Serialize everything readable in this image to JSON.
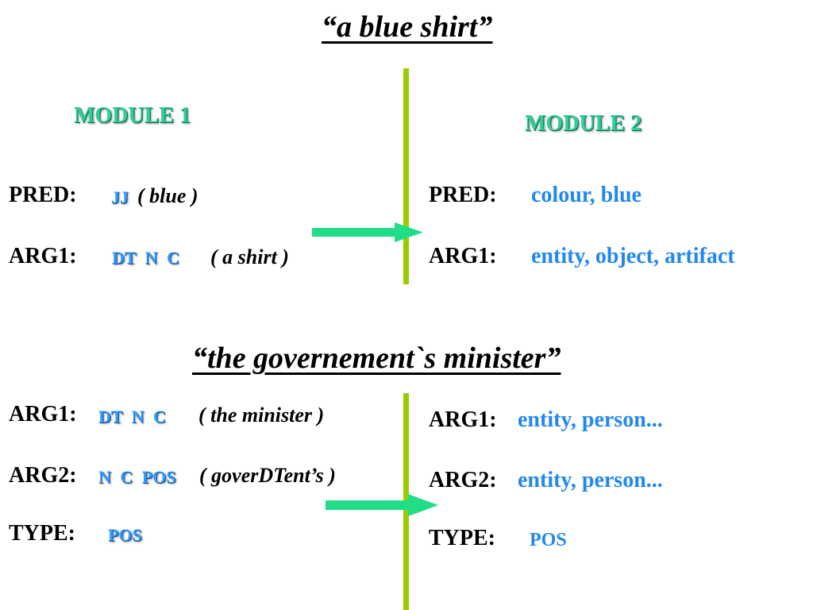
{
  "section1": {
    "title": "“a blue shirt”",
    "module1": {
      "heading": "MODULE   1",
      "pred_label": "PRED:",
      "pred_tag": "JJ",
      "pred_gloss": "( blue )",
      "arg1_label": "ARG1:",
      "arg1_tag": "DT  N  C",
      "arg1_gloss": "( a shirt )"
    },
    "module2": {
      "heading": "MODULE   2",
      "pred_label": "PRED:",
      "pred_value": "colour, blue",
      "arg1_label": "ARG1:",
      "arg1_value": "entity, object, artifact"
    }
  },
  "section2": {
    "title": "“the governement`s minister”",
    "left": {
      "arg1_label": "ARG1:",
      "arg1_tag": "DT  N  C",
      "arg1_gloss": "( the minister )",
      "arg2_label": "ARG2:",
      "arg2_tag": "N  C POS",
      "arg2_gloss": "( goverDTent’s )",
      "type_label": "TYPE:",
      "type_tag": "POS"
    },
    "right": {
      "arg1_label": "ARG1:",
      "arg1_value": "entity, person...",
      "arg2_label": "ARG2:",
      "arg2_value": "entity, person...",
      "type_label": "TYPE:",
      "type_value": "POS"
    }
  },
  "colors": {
    "module_heading": "#33cc99",
    "tag": "#3399ff",
    "semantic_value": "#2288ee",
    "divider": "#99cc00",
    "arrow": "#22dd88"
  }
}
